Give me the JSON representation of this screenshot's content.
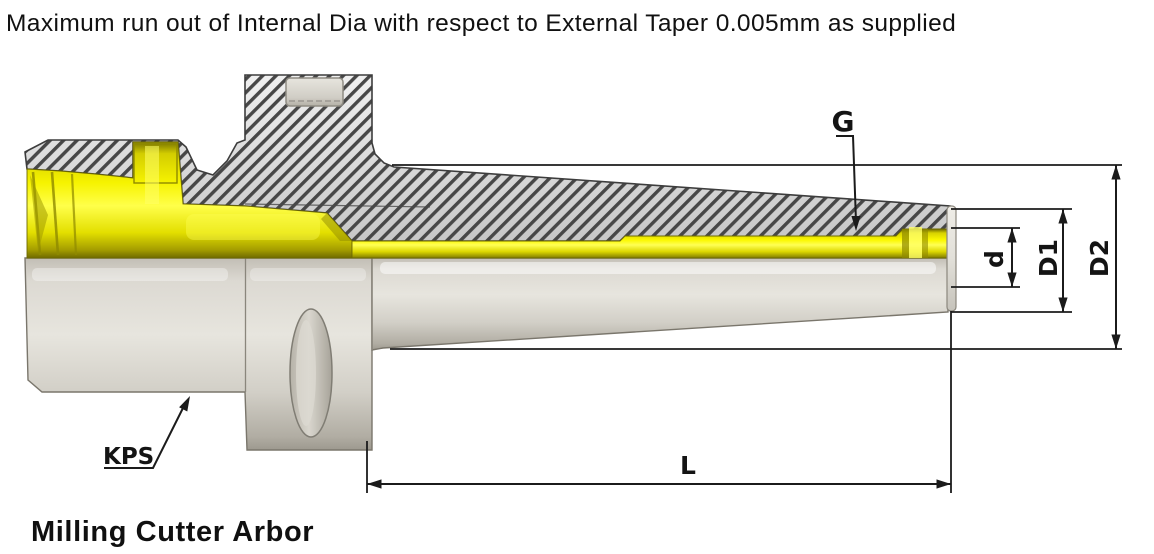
{
  "header": {
    "note": "Maximum run out of Internal Dia with respect to External Taper 0.005mm as supplied"
  },
  "footer": {
    "part_name": "Milling Cutter Arbor"
  },
  "dimensions": {
    "g": "G",
    "d": "d",
    "d1": "D1",
    "d2": "D2",
    "l": "L",
    "kps": "KPS"
  },
  "colors": {
    "highlight_yellow": "#f2ee00",
    "yellow_shadow": "#7a7500",
    "body_gray": "#d6d3cb",
    "body_gray_dark": "#9d998f",
    "hatch_line": "#474747",
    "hatch_background": "#d9d9d9",
    "dimension_line": "#1b1b1b",
    "background": "#ffffff"
  }
}
